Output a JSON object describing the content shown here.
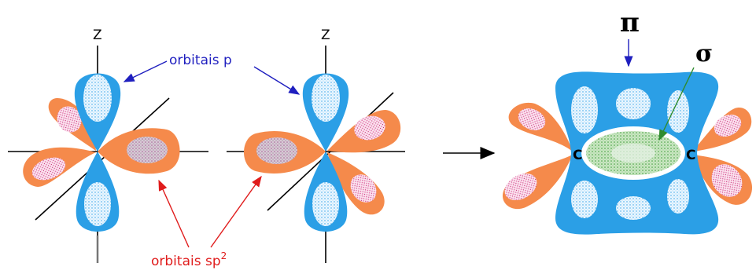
{
  "labels": {
    "z_left": "Z",
    "z_middle": "Z",
    "p_orbitals": "orbitais p",
    "sp2_prefix": "orbitais  sp",
    "sp2_superscript": "2",
    "pi": "π",
    "sigma": "σ",
    "carbon_left": "C",
    "carbon_right": "C"
  },
  "colors": {
    "p_orbital": "#2b9fe6",
    "sp2_orbital": "#f58a4b",
    "sp2_inner": "#e0609e",
    "sigma_bond": "#6db56d",
    "p_label": "#1f1fbf",
    "sp2_label": "#e01c1c",
    "sigma_arrow": "#2e8b2e",
    "axis": "#000000"
  }
}
